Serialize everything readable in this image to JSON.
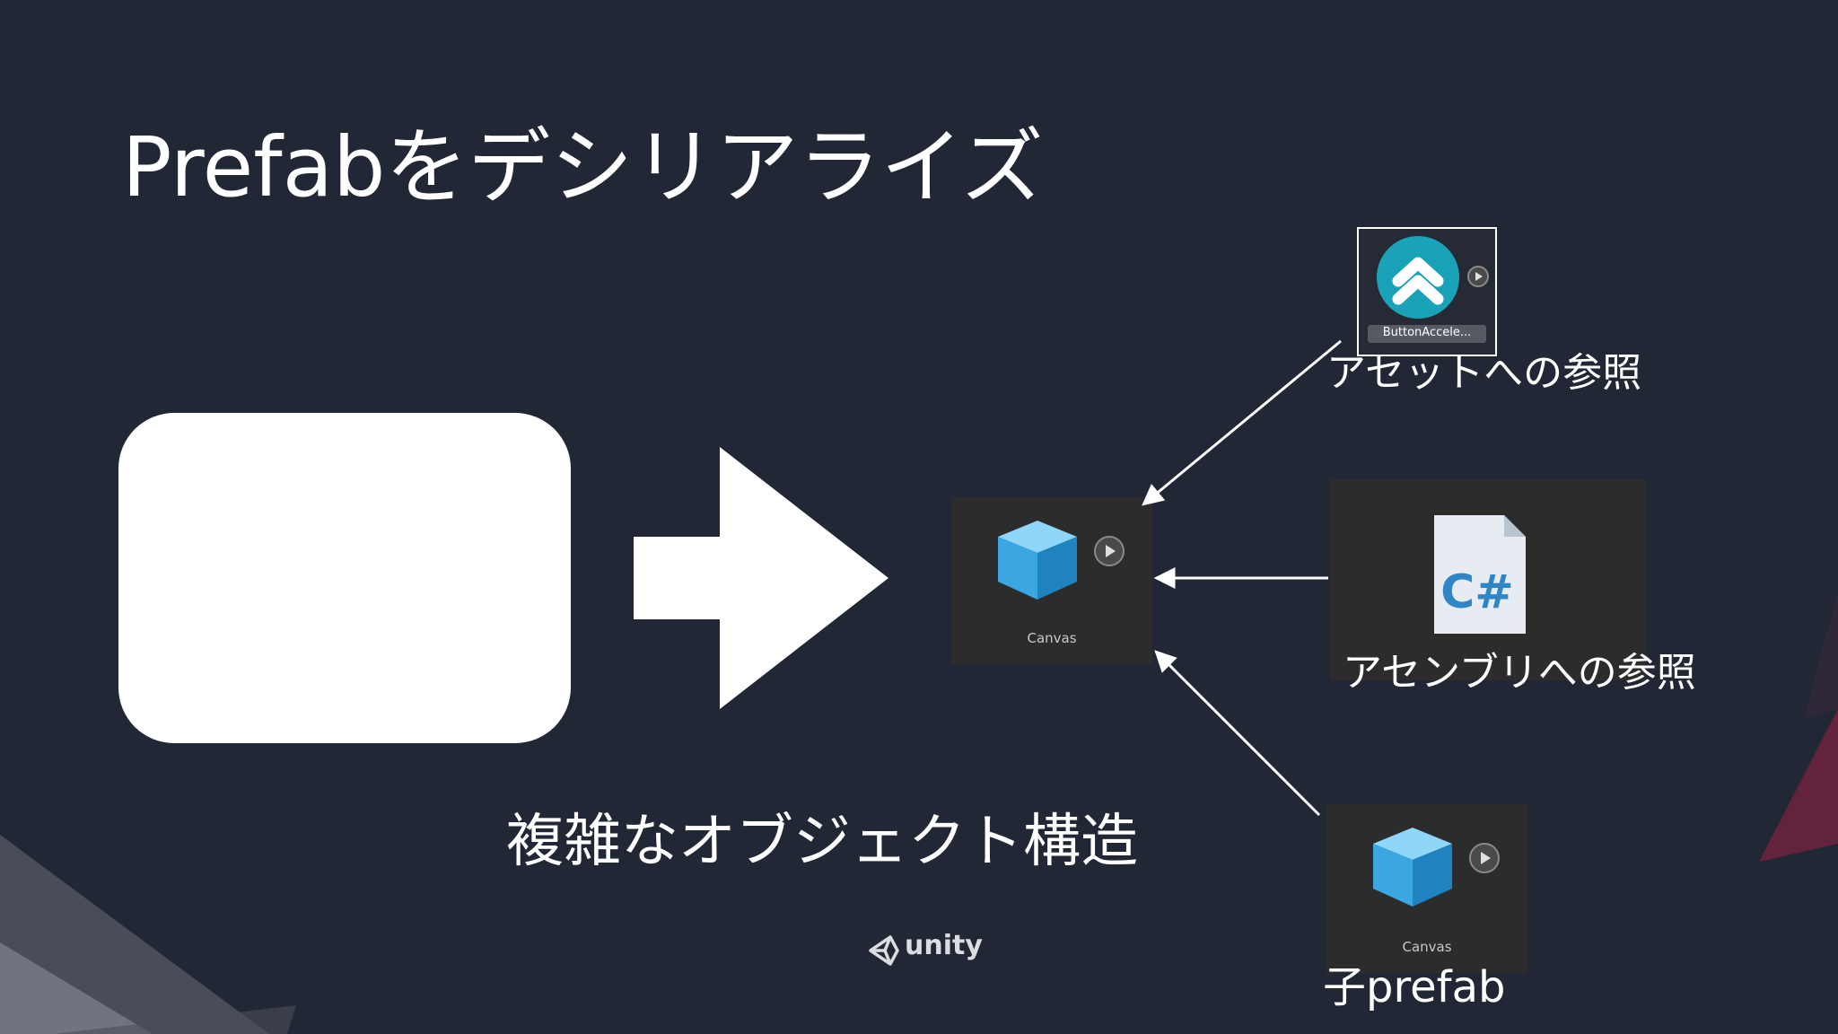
{
  "slide": {
    "title": "Prefabをデシリアライズ",
    "caption": "複雑なオブジェクト構造"
  },
  "center_prefab": {
    "label": "Canvas"
  },
  "asset_ref": {
    "thumb_label": "ButtonAccele...",
    "caption": "アセットへの参照"
  },
  "assembly_ref": {
    "icon_text": "C#",
    "caption": "アセンブリへの参照"
  },
  "child_prefab": {
    "label": "Canvas",
    "caption": "子prefab"
  },
  "footer": {
    "logo_text": "unity"
  },
  "colors": {
    "background": "#222735",
    "foreground": "#ffffff",
    "thumb_bg": "#2c2c2c",
    "cube_blue": "#3aa7e2",
    "teal_badge": "#1aa3b8",
    "accent_red": "#8a2540"
  }
}
